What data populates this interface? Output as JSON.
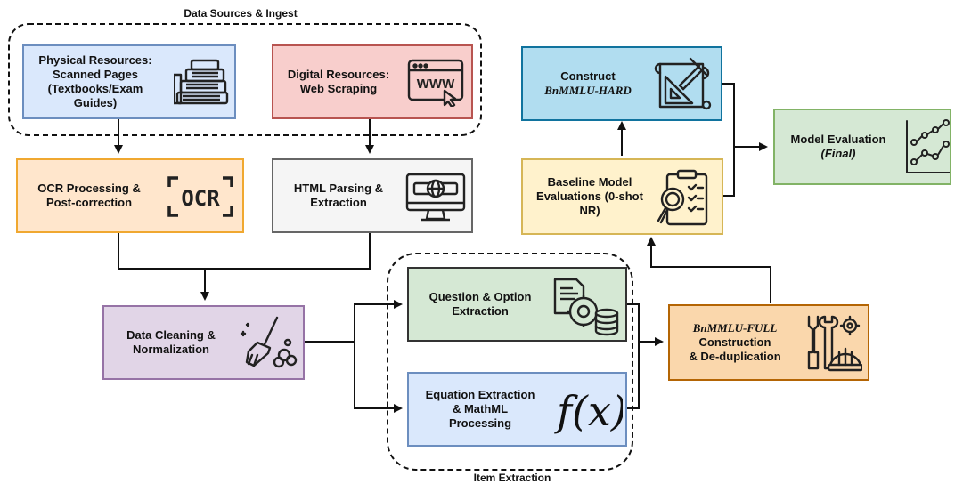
{
  "groups": {
    "ingest_label": "Data Sources & Ingest",
    "item_label": "Item Extraction"
  },
  "nodes": {
    "physical": {
      "lines": [
        "Physical Resources:",
        "Scanned Pages",
        "(Textbooks/Exam",
        "Guides)"
      ],
      "color": "#dae8fc",
      "border": "#6c8ebf"
    },
    "digital": {
      "lines": [
        "Digital Resources:",
        "Web Scraping"
      ],
      "color": "#f8cecc",
      "border": "#b85450"
    },
    "ocr": {
      "lines": [
        "OCR Processing &",
        "Post-correction"
      ],
      "color": "#ffe6cc",
      "border": "#f0a830",
      "icon_text": "OCR"
    },
    "html": {
      "lines": [
        "HTML Parsing &",
        "Extraction"
      ],
      "color": "#f5f5f5",
      "border": "#666666"
    },
    "cleaning": {
      "lines": [
        "Data Cleaning &",
        "Normalization"
      ],
      "color": "#e1d5e7",
      "border": "#9673a6"
    },
    "question": {
      "lines": [
        "Question & Option",
        "Extraction"
      ],
      "color": "#d5e8d4",
      "border": "#333333"
    },
    "equation": {
      "lines": [
        "Equation Extraction",
        "& MathML",
        "Processing"
      ],
      "color": "#dae8fc",
      "border": "#6c8ebf",
      "icon_text": "f(x)"
    },
    "construct_hard": {
      "line1": "Construct",
      "line2": "BnMMLU-HARD",
      "color": "#b1ddf0",
      "border": "#10739e"
    },
    "baseline": {
      "lines": [
        "Baseline Model",
        "Evaluations (0-shot",
        "NR)"
      ],
      "color": "#fff2cc",
      "border": "#d6b656"
    },
    "full": {
      "line1": "BnMMLU-FULL",
      "line2": "Construction",
      "line3": "& De-duplication",
      "color": "#fad7ac",
      "border": "#b46504"
    },
    "final": {
      "line1": "Model Evaluation",
      "line2": "(Final)",
      "color": "#d5e8d4",
      "border": "#82b366"
    }
  },
  "icons": [
    "books-icon",
    "web-browser-icon",
    "ocr-icon",
    "globe-monitor-icon",
    "broom-icon",
    "document-gear-database-icon",
    "function-icon",
    "blueprint-icon",
    "clipboard-magnifier-icon",
    "tools-helmet-icon",
    "scatter-chart-icon"
  ]
}
